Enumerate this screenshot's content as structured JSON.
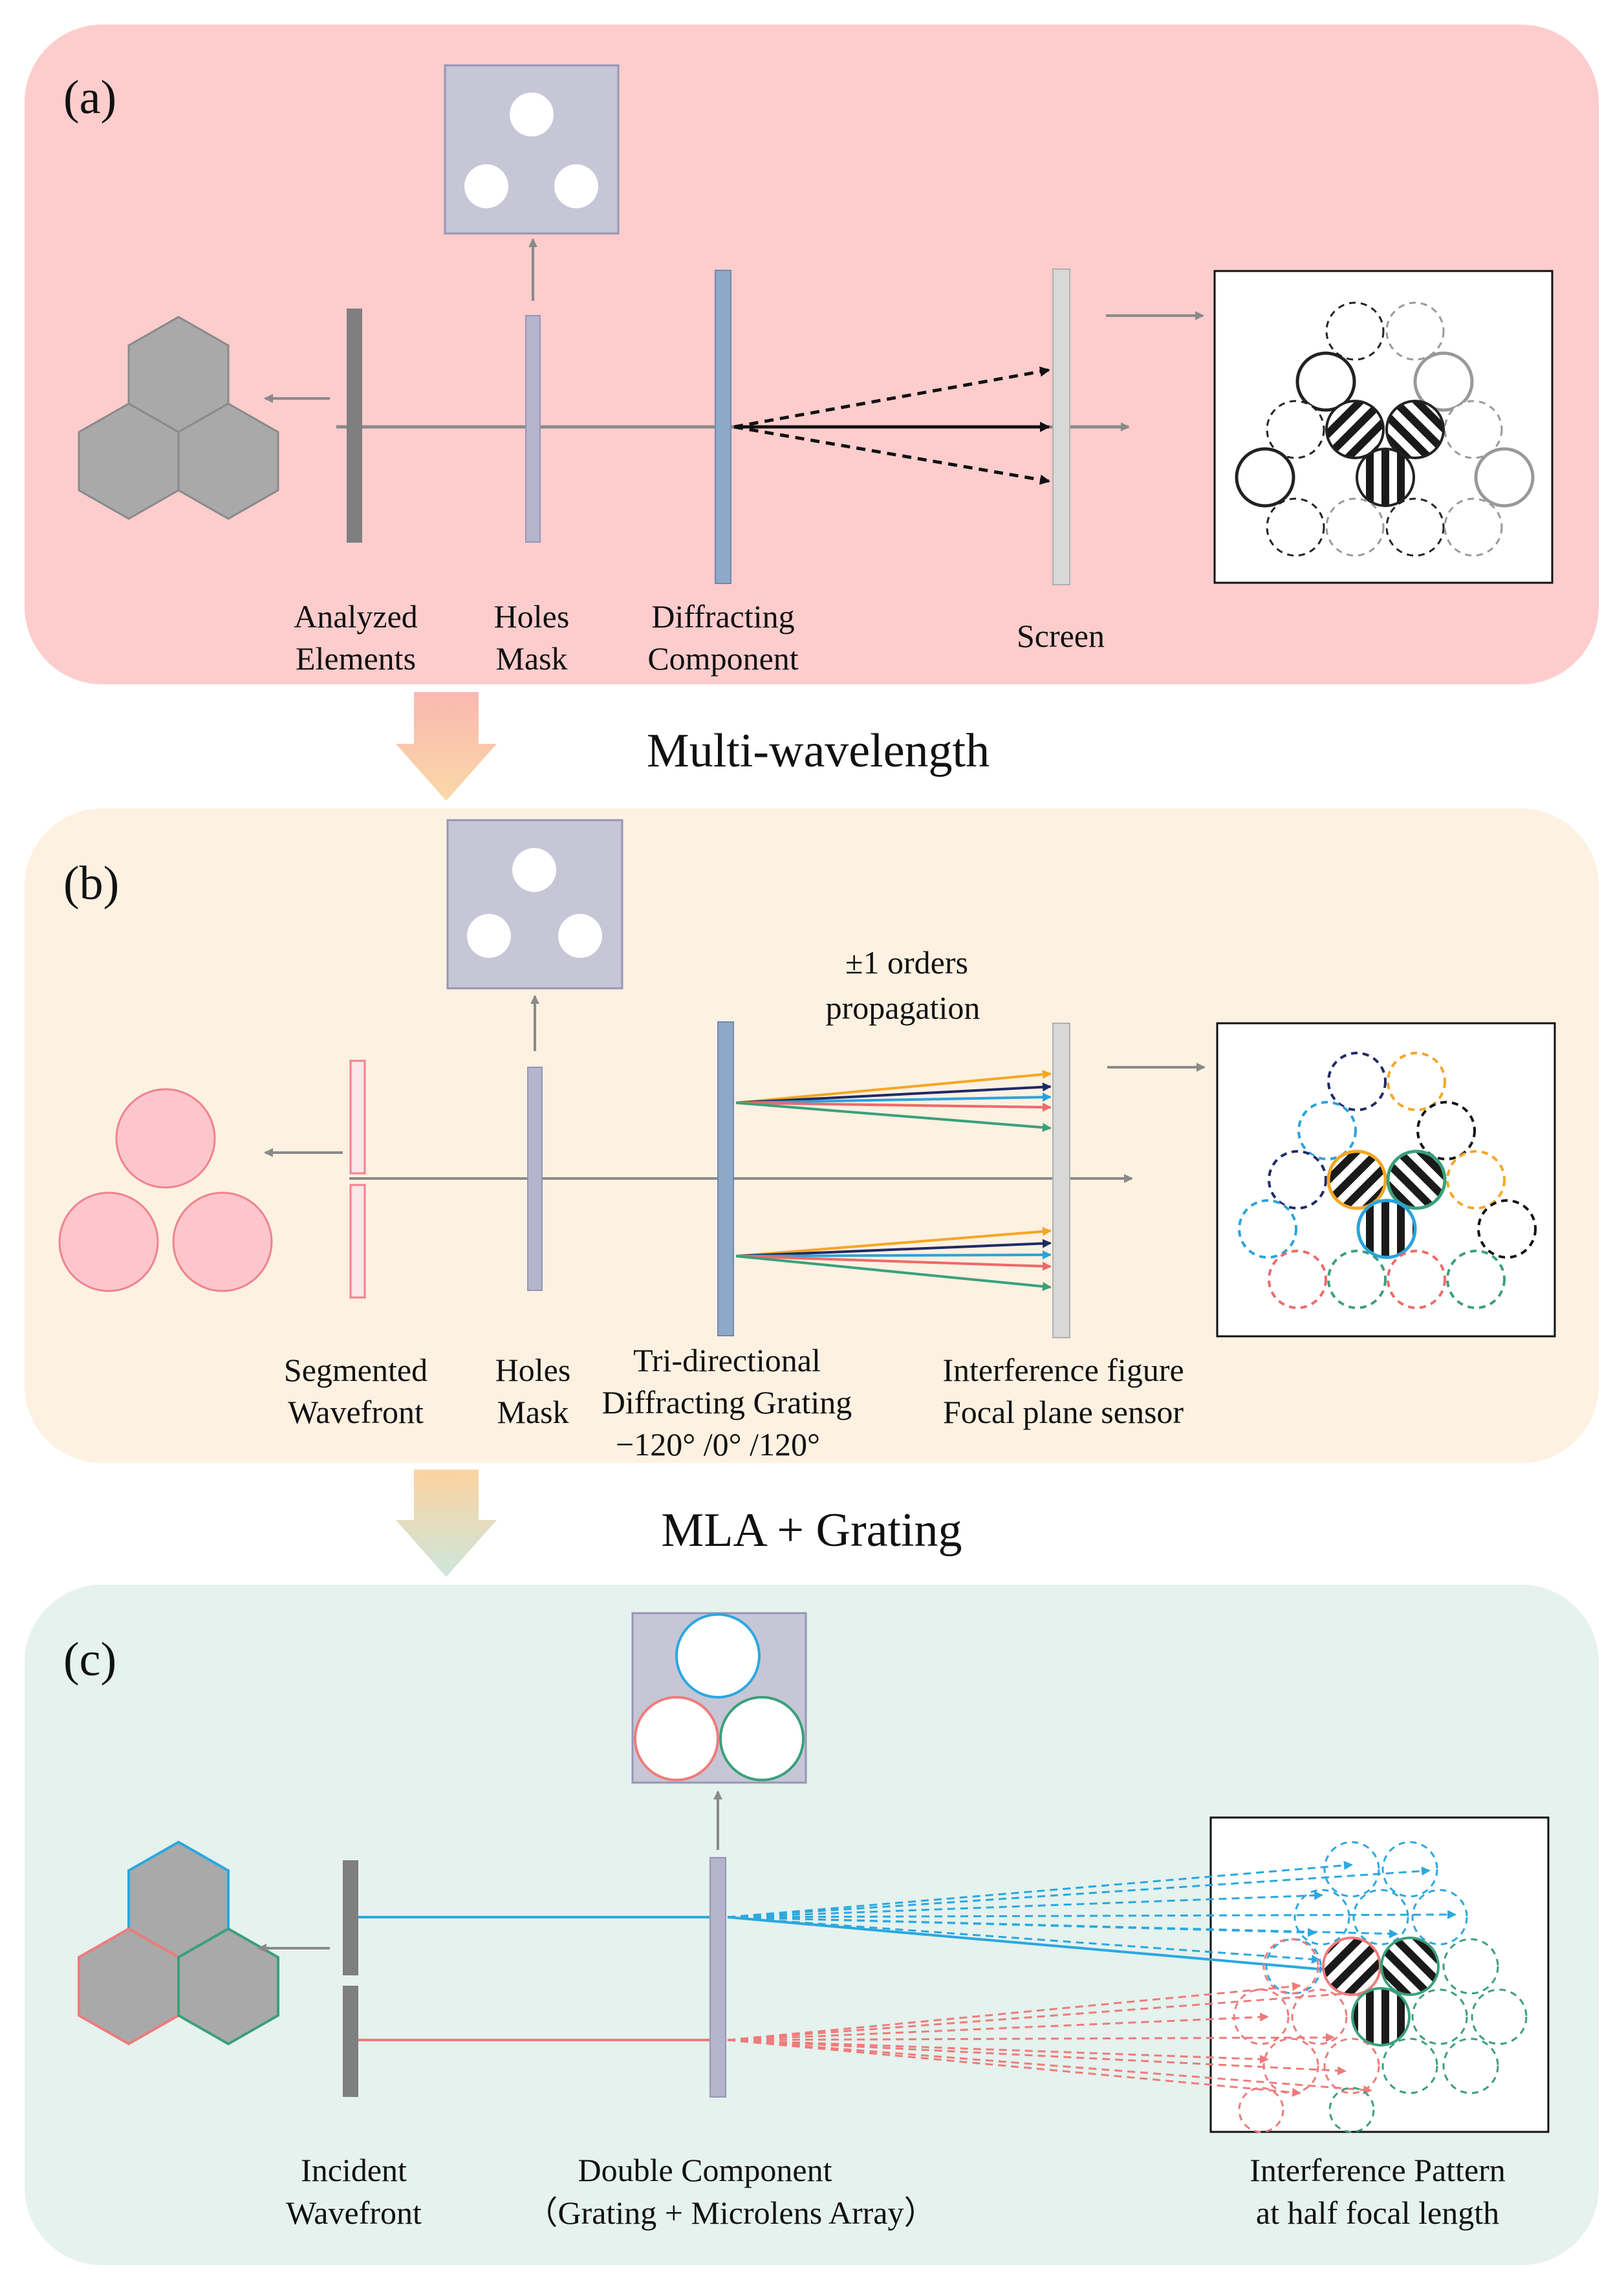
{
  "colors": {
    "panel_a": "#fdcdcd",
    "panel_b": "#fdf1e2",
    "panel_c": "#e5f2ee",
    "mask_bg": "#c6c6d6",
    "element_gray": "#7f7f7f",
    "hex_fill": "#a9a9a9",
    "optic_blue": "#8ea8c8",
    "optic_lavender": "#b4b4cc",
    "screen_gray": "#d8d8d8",
    "pink_element": "#f0828f",
    "circle_pink_fill": "#fcc6cc",
    "beam_orange": "#f5a623",
    "beam_navy": "#1f2a66",
    "beam_blue": "#29a3dc",
    "beam_red": "#ee6a6a",
    "beam_green": "#3aa07a",
    "beam_c_blue": "#2aa8e0",
    "beam_c_red": "#ef7b7b"
  },
  "panel_a": {
    "label": "(a)",
    "analyzed_elements": [
      "Analyzed",
      "Elements"
    ],
    "holes_mask": [
      "Holes",
      "Mask"
    ],
    "diffracting_component": [
      "Diffracting",
      "Component"
    ],
    "screen": "Screen"
  },
  "transition_1": "Multi-wavelength",
  "panel_b": {
    "label": "(b)",
    "orders": [
      "±1 orders",
      "propagation"
    ],
    "segmented_wavefront": [
      "Segmented",
      "Wavefront"
    ],
    "holes_mask": [
      "Holes",
      "Mask"
    ],
    "grating": [
      "Tri-directional",
      "Diffracting Grating",
      "−120° /0° /120°"
    ],
    "sensor": [
      "Interference figure",
      "Focal plane sensor"
    ]
  },
  "transition_2": "MLA + Grating",
  "panel_c": {
    "label": "(c)",
    "incident_wavefront": [
      "Incident",
      "Wavefront"
    ],
    "double_component": [
      "Double Component",
      "（Grating + Microlens Array）"
    ],
    "interference_pattern": [
      "Interference Pattern",
      "at half focal length"
    ]
  }
}
